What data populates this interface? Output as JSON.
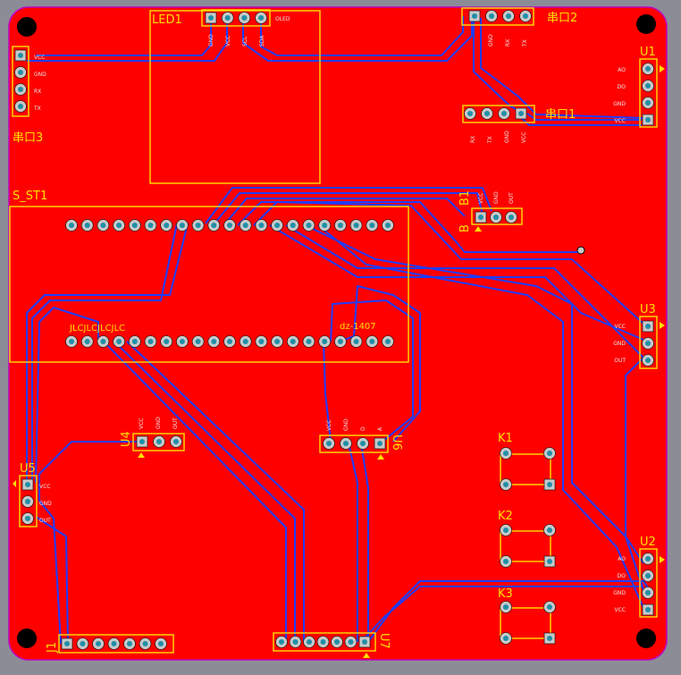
{
  "colors": {
    "background": "#8c8c96",
    "board": "#ff0000",
    "board_outline": "#c000c0",
    "silkscreen": "#ffe000",
    "trace": "#1e3cff",
    "pad_ring": "#c8c8c8",
    "pad_hole": "#1f8fa8"
  },
  "labels": {
    "led1": "LED1",
    "oled": "OLED",
    "uart2": "串口2",
    "uart1": "串口1",
    "uart3": "串口3",
    "u1": "U1",
    "s_st1": "S_ST1",
    "b1": "B1",
    "b": "B",
    "u3": "U3",
    "u4": "U4",
    "u5": "U5",
    "u6": "U6",
    "u2": "U2",
    "u7": "U7",
    "k1": "K1",
    "k2": "K2",
    "k3": "K3",
    "j1": "J1",
    "jlc": "JLCJLCJLCJLC",
    "dz": "dz-1407"
  },
  "pin_labels": {
    "u1": [
      "AO",
      "DO",
      "GND",
      "VCC"
    ],
    "u3": [
      "VCC",
      "GND",
      "OUT"
    ],
    "u2": [
      "AO",
      "DO",
      "GND",
      "VCC"
    ],
    "u5": [
      "VCC",
      "GND",
      "OUT"
    ],
    "u4": [
      "VCC",
      "GND",
      "OUT"
    ],
    "u6": [
      "VCC",
      "GND",
      "D",
      "A"
    ],
    "b1": [
      "VCC",
      "GND",
      "OUT"
    ],
    "uart2": [
      "GND",
      "RX",
      "TX"
    ],
    "uart1": [
      "RX",
      "TX",
      "GND",
      "VCC"
    ],
    "uart3": [
      "VCC",
      "GND",
      "RX",
      "TX"
    ],
    "led1": [
      "GND",
      "VCC",
      "SCL",
      "SDA"
    ]
  },
  "icons": [
    "mounting-hole-icon",
    "tactile-switch-icon",
    "pin-header-icon",
    "pin-1-marker-icon"
  ]
}
